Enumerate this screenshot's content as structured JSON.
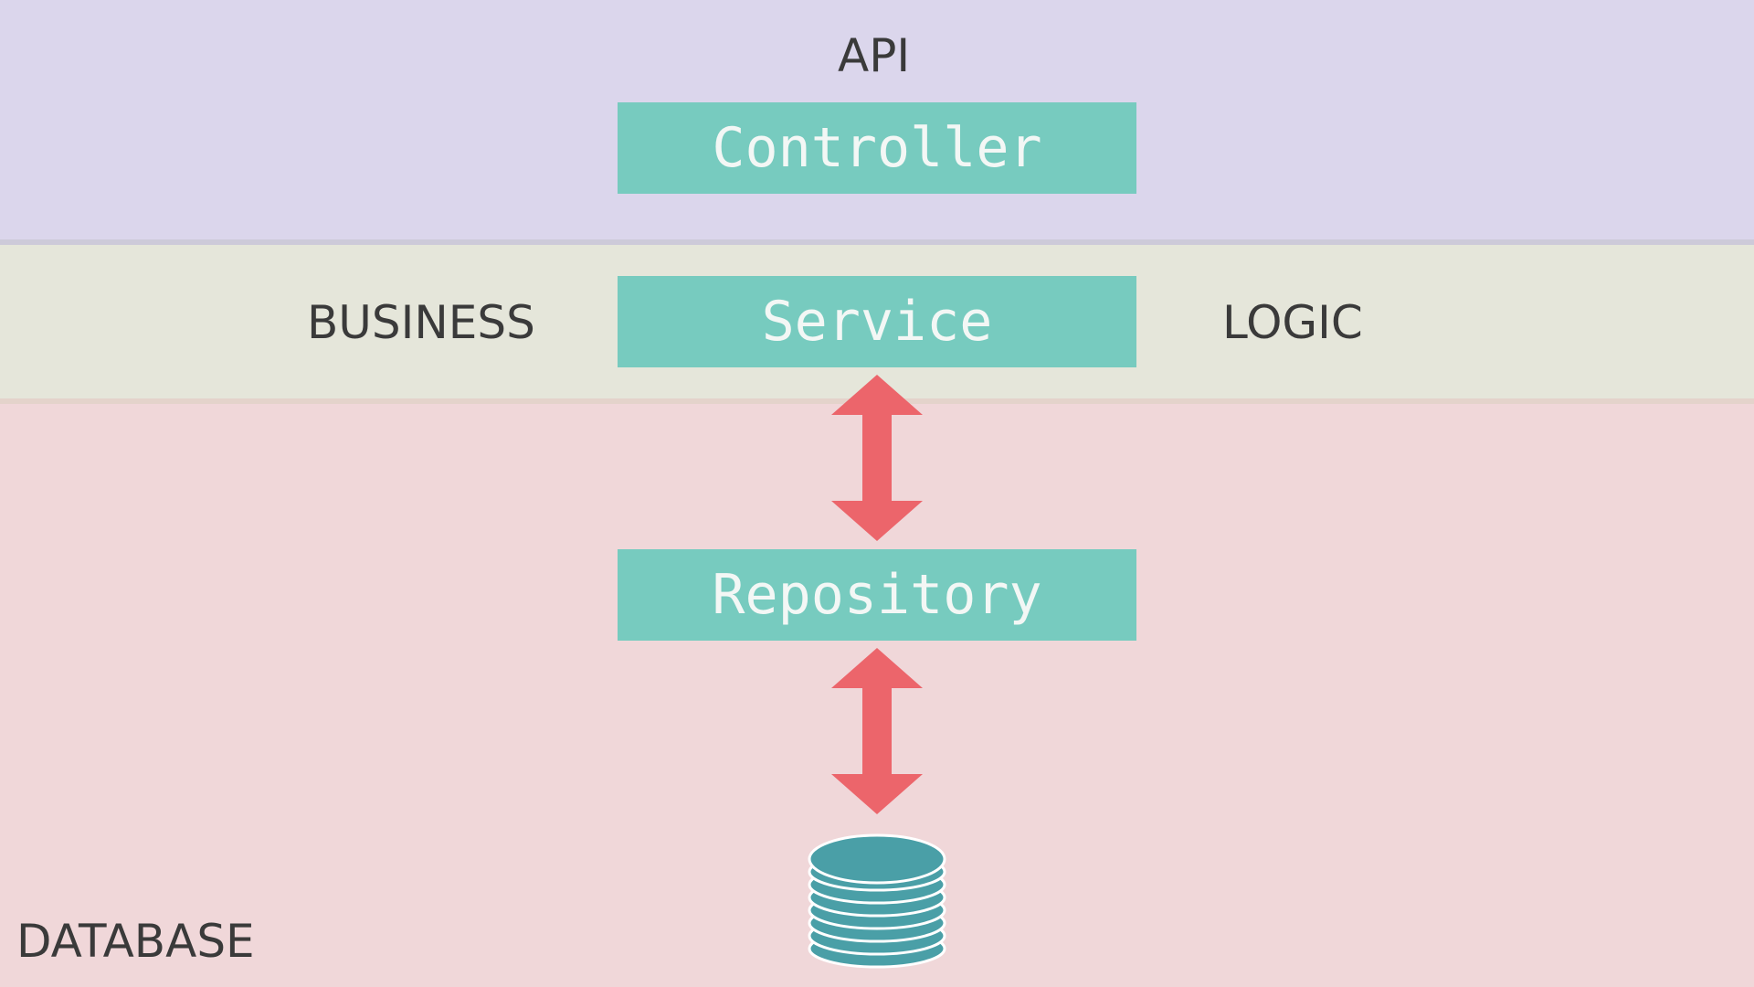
{
  "colors": {
    "api_band": "#DBD6EC",
    "band_separator_1": "#CDCAD9",
    "business_band": "#E5E6DA",
    "band_separator_2": "#E4D3CB",
    "database_band": "#F0D7D9",
    "component_fill": "#77CBBF",
    "component_text": "#F3F7F5",
    "arrow": "#EC656B",
    "database_icon": "#4A9FA7",
    "label_text": "#3A3A3A"
  },
  "layers": {
    "api": "API",
    "business_left": "BUSINESS",
    "business_right": "LOGIC",
    "database": "DATABASE"
  },
  "components": {
    "controller": "Controller",
    "service": "Service",
    "repository": "Repository"
  },
  "icons": {
    "database": "database-stack-icon",
    "arrow": "double-headed-vertical-arrow-icon"
  }
}
